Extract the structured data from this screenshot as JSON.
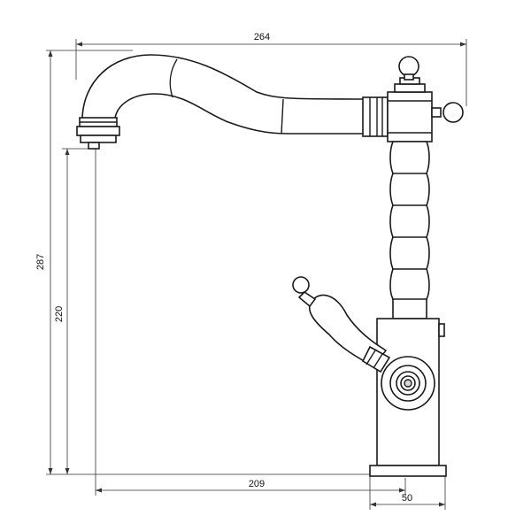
{
  "dimensions": {
    "overall_width": "264",
    "overall_height": "287",
    "spout_height": "220",
    "spout_reach": "209",
    "base_diameter": "50"
  }
}
